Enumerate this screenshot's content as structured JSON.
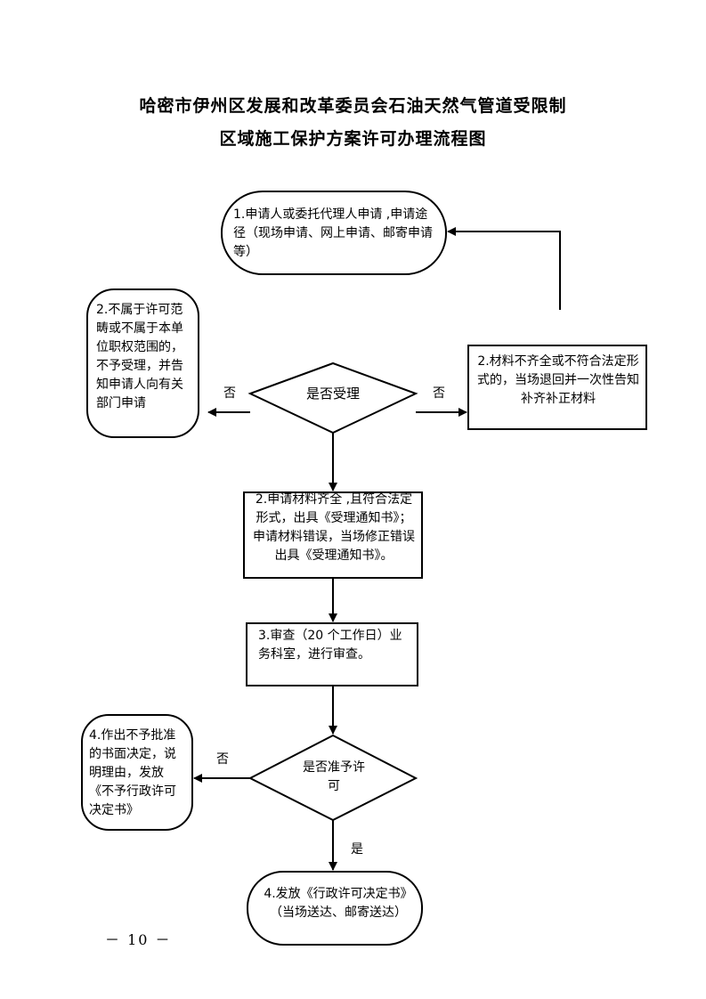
{
  "title": {
    "line1": "哈密市伊州区发展和改革委员会石油天然气管道受限制",
    "line2": "区域施工保护方案许可办理流程图"
  },
  "nodes": {
    "apply": "1.申请人或委托代理人申请 ,申请途径（现场申请、网上申请、邮寄申请等）",
    "not_in_scope": "2.不属于许可范畴或不属于本单位职权范围的，不予受理，并告知申请人向有关部门申请",
    "accept_decision": "是否受理",
    "incomplete": "2.材料不齐全或不符合法定形式的，当场退回并一次性告知补齐补正材料",
    "complete": "2.申请材料齐全 ,且符合法定形式，出具《受理通知书》；申请材料错误，当场修正错误出具《受理通知书》。",
    "review": "3.审查（20 个工作日）业务科室，进行审查。",
    "reject": "4.作出不予批准的书面决定，说明理由，发放《不予行政许可决定书》",
    "grant_decision": "是否准予许可",
    "issue": "4.发放《行政许可决定书》（当场送达、邮寄送达）"
  },
  "edge_labels": {
    "no_left": "否",
    "no_right": "否",
    "no_reject": "否",
    "yes_grant": "是"
  },
  "page_number": "－ 10 －"
}
